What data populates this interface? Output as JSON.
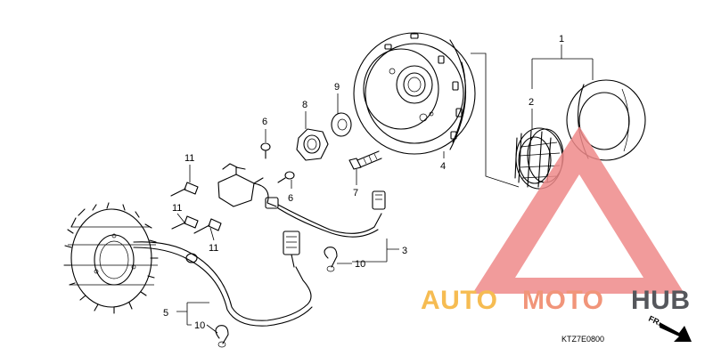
{
  "diagram": {
    "callouts": {
      "p1": "1",
      "p2": "2",
      "p3": "3",
      "p4": "4",
      "p5": "5",
      "p6a": "6",
      "p6b": "6",
      "p7": "7",
      "p8": "8",
      "p9": "9",
      "p10a": "10",
      "p10b": "10",
      "p11a": "11",
      "p11b": "11",
      "p11c": "11"
    },
    "diagram_code": "KTZ7E0800",
    "direction_marker": "FR."
  },
  "watermark": {
    "word_part1": "AUTO",
    "word_part2": "MOTO",
    "word_part3": "HUB",
    "colors": {
      "auto": "#f6bc52",
      "moto": "#f1957a",
      "hub": "#55575c",
      "triangle": "#ee8a8a"
    }
  }
}
